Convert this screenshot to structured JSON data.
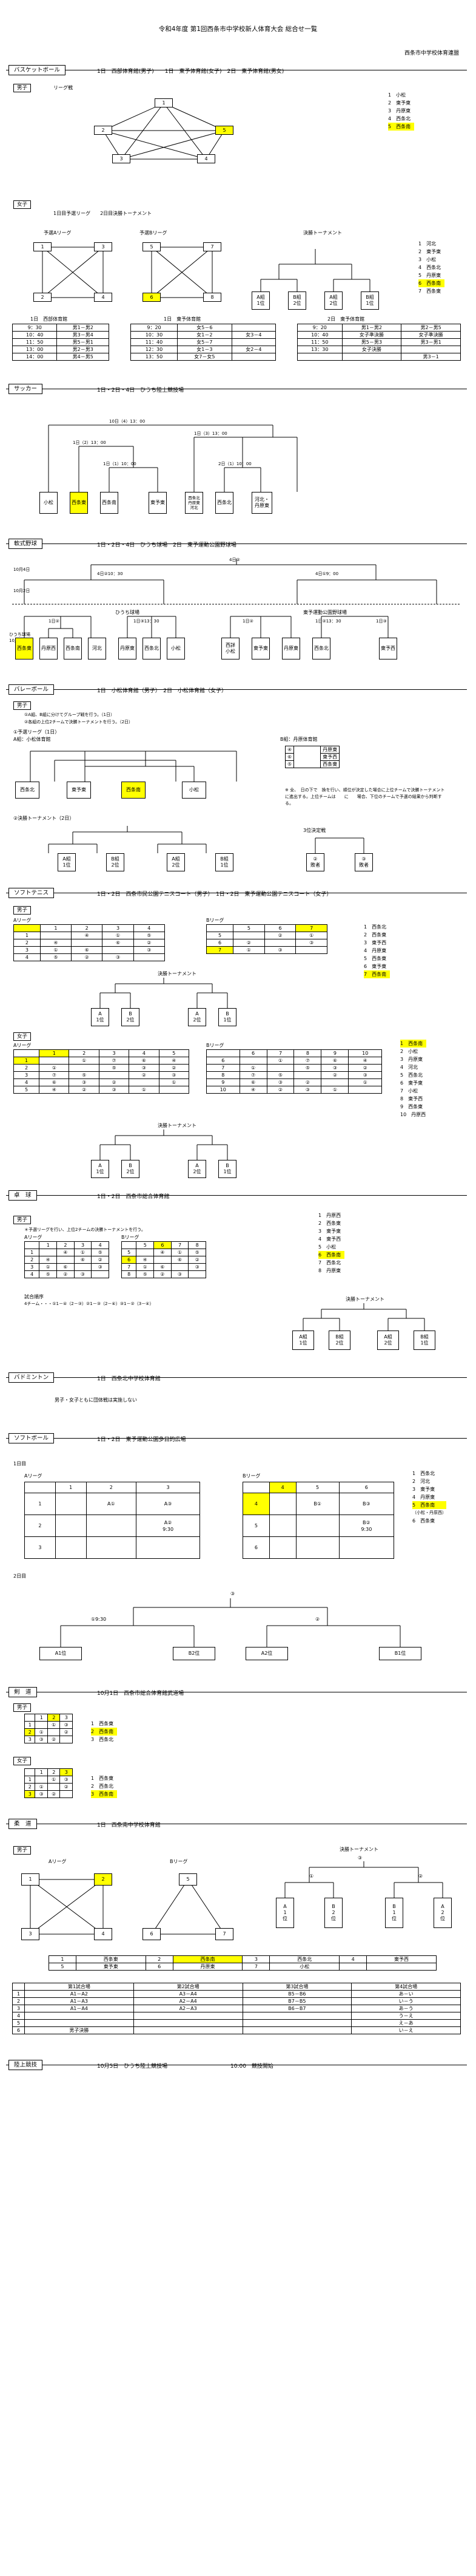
{
  "title": "令和4年度 第1回西条市中学校新人体育大会 総合せ一覧",
  "organizer": "西条市中学校体育連盟",
  "basketball": {
    "heading": "バスケットボール",
    "info": "1日　西部体育館(男子)　　1日　東予体育館(女子)　2日　東予体育館(男女)",
    "boys_tag": "男子",
    "boys_note": "リーグ戦",
    "boys_nodes": [
      "1",
      "2",
      "3",
      "4",
      "5"
    ],
    "boys_legend": [
      "1　小松",
      "2　東予東",
      "3　丹原東",
      "4　西条北",
      "5　西条南"
    ],
    "girls_tag": "女子",
    "girls_note": "1日目予選リーグ　　2日目決勝トーナメント",
    "girls_a": "予選Aリーグ",
    "girls_b": "予選Bリーグ",
    "girls_final": "決勝トーナメント",
    "girls_a_nodes": [
      "1",
      "3",
      "2",
      "4"
    ],
    "girls_b_nodes": [
      "5",
      "7",
      "6",
      "8"
    ],
    "girls_final_nodes": [
      "A組\n1位",
      "B組\n2位",
      "A組\n2位",
      "B組\n1位"
    ],
    "girls_legend": [
      "1　河北",
      "2　東予東",
      "3　小松",
      "4　西条北",
      "5　丹原東",
      "6　西条南",
      "7　西条東"
    ],
    "venue1": "1日　西部体育館",
    "venue2": "1日　東予体育館",
    "venue3": "2日　東予体育館",
    "sched1": [
      [
        "9：30",
        "男1－男2"
      ],
      [
        "10：40",
        "男3－男4"
      ],
      [
        "11：50",
        "男5－男1"
      ],
      [
        "13：00",
        "男2－男3"
      ],
      [
        "14：00",
        "男4－男5"
      ]
    ],
    "sched2": [
      [
        "9：20",
        "女5－6",
        ""
      ],
      [
        "10：30",
        "女1－2",
        "女3－4"
      ],
      [
        "11：40",
        "女5－7",
        ""
      ],
      [
        "12：30",
        "女1－3",
        "女2－4"
      ],
      [
        "13：50",
        "女7－女5",
        ""
      ]
    ],
    "sched3": [
      [
        "9：20",
        "男1－男2",
        "男2－男5"
      ],
      [
        "10：40",
        "女子準決勝",
        "女子準決勝"
      ],
      [
        "11：50",
        "男5－男3",
        "男3－男1"
      ],
      [
        "13：30",
        "女子決勝",
        ""
      ],
      [
        "",
        "",
        "男3－1"
      ]
    ]
  },
  "soccer": {
    "heading": "サッカー",
    "info": "1日・2日・4日　ひうち陸上競技場",
    "top_time": "10日（4）13：00",
    "mid_times": [
      "1日（2）13：00",
      "1日（3）13：00"
    ],
    "low_times": [
      "1日（1）10：00",
      "2日（1）10：00"
    ],
    "teams": [
      "小松",
      "西条東",
      "西条南",
      "東予東",
      "西条北\n丹原東\n河北",
      "西条北",
      "河北・\n丹原東"
    ]
  },
  "baseball": {
    "heading": "軟式野球",
    "info": "1日・2日・4日　ひうち球場　2日　東予運動公園野球場",
    "top_label": "4日②",
    "date4": "10月4日",
    "date2": "10月2日",
    "venue_left": "ひうち球場",
    "venue_right": "東予運動公園野球場",
    "date1": "ひうち球場\n10月1日",
    "mid_labels": [
      "4日②10：30",
      "4日①9：00",
      "1日②",
      "1日③13：30",
      "1日②",
      "1日②13：30",
      "1日③"
    ],
    "teams": [
      "西条東",
      "丹原西",
      "西条南",
      "河北",
      "丹原東",
      "西条北",
      "小松",
      "西詳\n小松",
      "東予東",
      "丹原東",
      "西条北",
      "東予西"
    ]
  },
  "volleyball": {
    "heading": "バレーボール",
    "info": "1日　小松体育館（男子）　2日　小松体育館（女子）",
    "boys_tag": "男子",
    "note1": "①A組、B組に分けてグループ戦を行う。（1日）",
    "note2": "②各組の上位2チームで決勝トーナメントを行う。（2日）",
    "pre_title": "①予選リーグ（1日）",
    "a_label": "A組：小松体育館",
    "b_label": "B組：丹原体育館",
    "pool_nodes": [
      "西条北",
      "東予東",
      "西条南",
      "小松"
    ],
    "b_rows": [
      "丹原東",
      "東予西",
      "西条東"
    ],
    "b_mini": [
      "④",
      "⑥",
      "⑤"
    ],
    "rule": "※ 全、　日の下で　換を行い、順位が決定した場合に上位チームで決勝トーナメントに進出する。上位チームは　　に　　場合、下位のチームで予選の結果から判断する。",
    "final_title": "②決勝トーナメント（2日）",
    "final_nodes": [
      "A組\n1位",
      "B組\n2位",
      "A組\n2位",
      "B組\n1位"
    ],
    "third_title": "3位決定戦",
    "third_nodes": [
      "②\n敗者",
      "③\n敗者"
    ]
  },
  "softtennis": {
    "heading": "ソフトテニス",
    "info": "1日・2日　西条市民公園テニスコート（男子）　1日・2日　東予運動公園テニスコート（女子）",
    "boys_tag": "男子",
    "a_league": "Aリーグ",
    "b_league": "Bリーグ",
    "a_head": [
      "",
      "1",
      "2",
      "3",
      "4"
    ],
    "a_rows": [
      [
        "1",
        "",
        "④",
        "①",
        "⑤"
      ],
      [
        "2",
        "④",
        "",
        "⑥",
        "②"
      ],
      [
        "3",
        "①",
        "⑥",
        "",
        "③"
      ],
      [
        "4",
        "⑤",
        "②",
        "③",
        ""
      ]
    ],
    "b_head": [
      "",
      "5",
      "6",
      "7"
    ],
    "b_rows": [
      [
        "5",
        "",
        "②",
        "①"
      ],
      [
        "6",
        "②",
        "",
        "③"
      ],
      [
        "7",
        "①",
        "③",
        ""
      ]
    ],
    "boys_legend": [
      "1　西条北",
      "2　西条東",
      "3　東予西",
      "4　丹原東",
      "5　西条東",
      "6　東予東",
      "7　西条南"
    ],
    "final_title": "決勝トーナメント",
    "boys_final": [
      "A\n1位",
      "B\n2位",
      "A\n2位",
      "B\n1位"
    ],
    "girls_tag": "女子",
    "ga_head": [
      "",
      "1",
      "2",
      "3",
      "4",
      "5"
    ],
    "ga_rows": [
      [
        "1",
        "",
        "①",
        "⑦",
        "⑥",
        "④"
      ],
      [
        "2",
        "①",
        "",
        "⑤",
        "③",
        "②"
      ],
      [
        "3",
        "⑦",
        "⑤",
        "",
        "②",
        "③"
      ],
      [
        "4",
        "⑥",
        "③",
        "②",
        "",
        "①"
      ],
      [
        "5",
        "④",
        "②",
        "③",
        "①",
        ""
      ]
    ],
    "gb_head": [
      "",
      "6",
      "7",
      "8",
      "9",
      "10"
    ],
    "gb_rows": [
      [
        "6",
        "",
        "①",
        "⑦",
        "⑥",
        "④"
      ],
      [
        "7",
        "①",
        "",
        "⑤",
        "③",
        "②"
      ],
      [
        "8",
        "⑦",
        "⑤",
        "",
        "②",
        "③"
      ],
      [
        "9",
        "⑥",
        "③",
        "②",
        "",
        "①"
      ],
      [
        "10",
        "④",
        "②",
        "③",
        "①",
        ""
      ]
    ],
    "girls_legend": [
      "1　西条南",
      "2　小松",
      "3　丹原東",
      "4　河北",
      "5　西条北",
      "6　東予東",
      "7　小松",
      "8　東予西",
      "9　西条東",
      "10　丹原西"
    ],
    "girls_final": [
      "A\n1位",
      "B\n2位",
      "A\n2位",
      "B\n1位"
    ]
  },
  "tabletennis": {
    "heading": "卓　球",
    "info": "1日・2日　西条市総合体育館",
    "boys_tag": "男子",
    "note": "＊予選リーグを行い、上位2チームの決勝トーナメントを行う。",
    "a_league": "Aリーグ",
    "b_league": "Bリーグ",
    "a_head": [
      "",
      "1",
      "2",
      "3",
      "4"
    ],
    "a_rows": [
      [
        "1",
        "",
        "④",
        "①",
        "⑤"
      ],
      [
        "2",
        "④",
        "",
        "⑥",
        "②"
      ],
      [
        "3",
        "①",
        "⑥",
        "",
        "③"
      ],
      [
        "4",
        "⑤",
        "②",
        "③",
        ""
      ]
    ],
    "b_head": [
      "",
      "5",
      "6",
      "7",
      "8"
    ],
    "b_rows": [
      [
        "5",
        "",
        "④",
        "①",
        "⑤"
      ],
      [
        "6",
        "④",
        "",
        "⑥",
        "②"
      ],
      [
        "7",
        "①",
        "⑥",
        "",
        "③"
      ],
      [
        "8",
        "⑤",
        "②",
        "③",
        ""
      ]
    ],
    "legend": [
      "1　丹原西",
      "2　西条東",
      "3　東予東",
      "4　東予西",
      "5　小松",
      "6　西条南",
      "7　西条北",
      "8　丹原東"
    ],
    "order_title": "試合順序",
    "order": "4チーム・・・①1－④（2－③）②1－③（2－④）③1－②（3－④）",
    "final_title": "決勝トーナメント",
    "final_nodes": [
      "A組\n1位",
      "B組\n2位",
      "A組\n2位",
      "B組\n1位"
    ]
  },
  "badminton": {
    "heading": "バドミントン",
    "info": "1日　西条北中学校体育館",
    "note": "男子・女子ともに団体戦は実施しない"
  },
  "softball": {
    "heading": "ソフトボール",
    "info": "1日・2日　東予運動公園多目的広場",
    "day1": "1日目",
    "a_league": "Aリーグ",
    "b_league": "Bリーグ",
    "a_head": [
      "",
      "1",
      "2",
      "3"
    ],
    "a_rows": [
      [
        "1",
        "",
        "A①",
        "A③"
      ],
      [
        "2",
        "",
        "",
        "A②\n9:30"
      ],
      [
        "3",
        "",
        "",
        ""
      ]
    ],
    "b_head": [
      "",
      "4",
      "5",
      "6"
    ],
    "b_rows": [
      [
        "4",
        "",
        "B①",
        "B③"
      ],
      [
        "5",
        "",
        "",
        "B②\n9:30"
      ],
      [
        "6",
        "",
        "",
        ""
      ]
    ],
    "legend": [
      "1　西条北",
      "2　河北",
      "3　東予東",
      "4　丹原東",
      "5　西条南",
      "6　西条東"
    ],
    "legend_note": "（小松・丹原西）",
    "day2": "2日目",
    "top_label": "③",
    "mid_labels": [
      "①9:30",
      "②"
    ],
    "final_nodes": [
      "A1位",
      "B2位",
      "A2位",
      "B1位"
    ]
  },
  "kendo": {
    "heading": "剣　道",
    "info": "10月1日　西条市総合体育館武道場",
    "boys_tag": "男子",
    "girls_tag": "女子",
    "head": [
      "",
      "1",
      "2",
      "3"
    ],
    "boys_rows": [
      [
        "1",
        "",
        "①",
        "③"
      ],
      [
        "2",
        "①",
        "",
        "②"
      ],
      [
        "3",
        "③",
        "②",
        ""
      ]
    ],
    "girls_rows": [
      [
        "1",
        "",
        "①",
        "③"
      ],
      [
        "2",
        "①",
        "",
        "②"
      ],
      [
        "3",
        "③",
        "②",
        ""
      ]
    ],
    "boys_legend": [
      "1　西条東",
      "2　西条南",
      "3　西条北"
    ],
    "girls_legend": [
      "1　西条東",
      "2　西条北",
      "3　西条南"
    ]
  },
  "judo": {
    "heading": "柔　道",
    "info": "1日　西条南中学校体育館",
    "boys_tag": "男子",
    "a_league": "Aリーグ",
    "b_league": "Bリーグ",
    "a_nodes": [
      "1",
      "2",
      "3",
      "4"
    ],
    "b_nodes": [
      "5",
      "6",
      "7"
    ],
    "final_title": "決勝トーナメント",
    "top_label": "③",
    "mid_labels": [
      "①",
      "②"
    ],
    "final_nodes": [
      "A\n1\n位",
      "B\n2\n位",
      "B\n1\n位",
      "A\n2\n位"
    ],
    "teams": [
      [
        "1",
        "西条東"
      ],
      [
        "2",
        "西条南"
      ],
      [
        "3",
        "西条北"
      ],
      [
        "4",
        "東予西"
      ],
      [
        "5",
        "東予東"
      ],
      [
        "6",
        "丹原東"
      ],
      [
        "7",
        "小松"
      ]
    ],
    "sched_head": [
      "第1試合場",
      "第2試合場",
      "第3試合場",
      "第4試合場"
    ],
    "sched": [
      [
        "1",
        "A1－A2",
        "A3－A4",
        "B5－B6",
        "あ－い"
      ],
      [
        "2",
        "A1－A3",
        "A2－A4",
        "B7－B5",
        "い－う"
      ],
      [
        "3",
        "A1－A4",
        "A2－A3",
        "B6－B7",
        "あ－う"
      ],
      [
        "4",
        "",
        "",
        "",
        "う－え"
      ],
      [
        "5",
        "",
        "",
        "",
        "え－あ"
      ],
      [
        "6",
        "男子決勝",
        "",
        "",
        "い－え"
      ]
    ]
  },
  "athletics": {
    "heading": "陸上競技",
    "info": "10月5日　ひうち陸上競技場",
    "time": "10:00　競技開始"
  }
}
